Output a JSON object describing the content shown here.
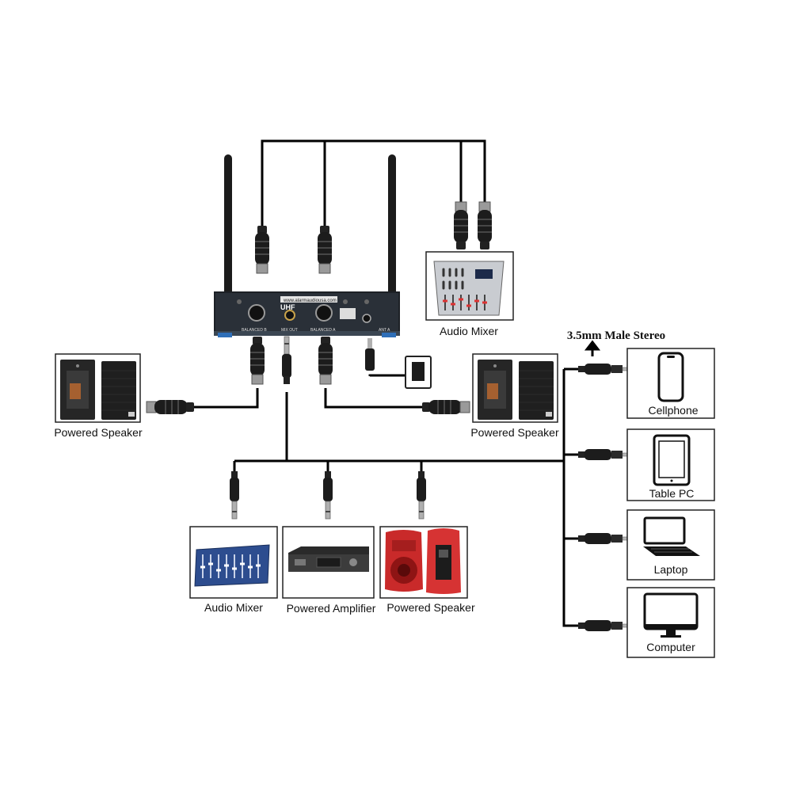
{
  "receiver": {
    "brand_band": "UHF",
    "website": "www.alarmaudiousa.com",
    "port_balanced_b": "BALANCED B",
    "port_mix_out": "MIX OUT",
    "port_balanced_a": "BALANCED A",
    "port_ant_a": "ANT A"
  },
  "devices": {
    "audio_mixer_top": "Audio Mixer",
    "powered_speaker_left": "Powered Speaker",
    "powered_speaker_right": "Powered Speaker",
    "audio_mixer_bottom": "Audio Mixer",
    "powered_amplifier": "Powered Amplifier",
    "powered_speaker_bottom": "Powered Speaker"
  },
  "stereo_header": "3.5mm Male Stereo",
  "stereo_devices": [
    "Cellphone",
    "Table PC",
    "Laptop",
    "Computer"
  ],
  "icons": [
    "xlr-male-plug-icon",
    "xlr-female-plug-icon",
    "quarter-inch-plug-icon",
    "3.5mm-plug-icon",
    "power-adapter-icon",
    "antenna-icon",
    "cellphone-icon",
    "tablet-icon",
    "laptop-icon",
    "monitor-icon"
  ],
  "colors": {
    "wire": "#000000",
    "receiver_body": "#1d2126",
    "receiver_panel": "#2a3038",
    "speaker_red": "#c92a2a",
    "mixer_blue": "#2d4d8f",
    "box_border": "#222222"
  }
}
